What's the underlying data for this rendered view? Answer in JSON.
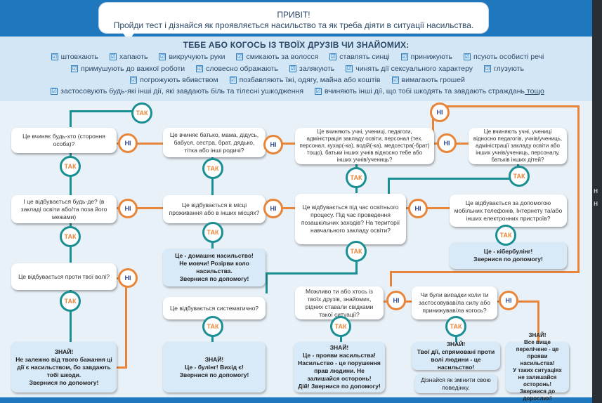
{
  "header": {
    "greeting": "ПРИВІТ!",
    "subtitle": "Пройди тест і дізнайся як проявляється насильство та як треба діяти в ситуації насильства."
  },
  "friends": {
    "title": "ТЕБЕ АБО КОГОСЬ ІЗ ТВОЇХ ДРУЗІВ ЧИ ЗНАЙОМИХ:",
    "row1": [
      "штовхають",
      "хапають",
      "викручують руки",
      "смикають за волосся",
      "ставлять синці",
      "принижують",
      "псують особисті речі"
    ],
    "row2": [
      "примушують до важкої роботи",
      "словесно ображають",
      "залякують",
      "чинять дії сексуального характеру",
      "глузують"
    ],
    "row3": [
      "погрожують вбивством",
      "позбавляють їжі, одягу, майна або коштів",
      "вимагають грошей"
    ],
    "row4": [
      "застосовують будь-які інші дії, які завдають біль та тілесні ушкодження",
      "вчиняють інші дії, що тобі шкодять та завдають страждань"
    ],
    "row4_underlined": "тощо",
    "check_mark": "☑"
  },
  "labels": {
    "yes": "ТАК",
    "no": "НІ"
  },
  "questions": {
    "q1": "Це вчиняє будь-хто (стороння особа)?",
    "q2": "Це вчиняє батько, мама, дідусь, бабуся, сестра, брат, дядько, тітка або інші родичі?",
    "q3": "Це вчиняють учні, учениці, педагоги, адміністрація закладу освіти, персонал (тех. персонал, кухар(-ка), водій(-ка), медсестра(-брат) тощо), батьки інших учнів відносно тебе або інших учнів/учениць?",
    "q4": "Це вчиняють учні, учениці відносно педагогів, учнів/учениць, адміністрації закладу освіти або інших учнів/учениць, персоналу, батьків інших дітей?",
    "q5": "І це відбувається будь-де? (в закладі освіти або/та поза його межами)",
    "q6": "Це відбувається в місці проживання або в інших місцях?",
    "q7": "Це відбувається під час освітнього процесу. Під час проведення позашкільних заходів? На території навчального закладу освіти?",
    "q8": "Це відбувається за допомогою мобільних телефонів, Інтернету та/або інших електронних пристроїв?",
    "q9": "Це відбувається проти твої волі?",
    "q10": "Це відбувається систематично?",
    "q11": "Можливо ти або хтось із твоїх друзів, знайомих, рідних ставали свідками такої ситуації?",
    "q12": "Чи були випадки коли ти застосовував/ла силу або принижував/ла когось?"
  },
  "results": {
    "domestic": [
      "Це - домашнє насильство!",
      "Не мовчи! Розірви коло насильства.",
      "Звернися по допомогу!"
    ],
    "cyber": [
      "Це - кібербулінг!",
      "Звернися по допомогу!"
    ],
    "znai1": [
      "ЗНАЙ!",
      "Не залежно від твого бажання ці дії є насильством, бо завдають тобі шкоди.",
      "Звернися по допомогу!"
    ],
    "bullying": [
      "ЗНАЙ!",
      "Це - булінг! Вихід є!",
      "Звернися по допомогу!"
    ],
    "witness": [
      "ЗНАЙ!",
      "Це - прояви насильства!",
      "Насильство - це порушення прав людини. Не залишайся осторонь!",
      "Дій! Звернися по допомогу!"
    ],
    "own": [
      "ЗНАЙ!",
      "Твої дії, спрямовані проти волі людини - це насильство!"
    ],
    "own_change": "Дізнайся як змінити свою поведінку.",
    "final": [
      "ЗНАЙ!",
      "Все вище перелічене - це прояви насильства!",
      "У таких ситуаціях не залишайся осторонь!",
      "Звернися до дорослих!"
    ]
  },
  "edge_peek": [
    "н",
    "н"
  ],
  "colors": {
    "yes_ring": "#1a8f93",
    "no_ring": "#e7853a",
    "header_blue": "#1f78be",
    "panel": "#d3e6f6"
  }
}
